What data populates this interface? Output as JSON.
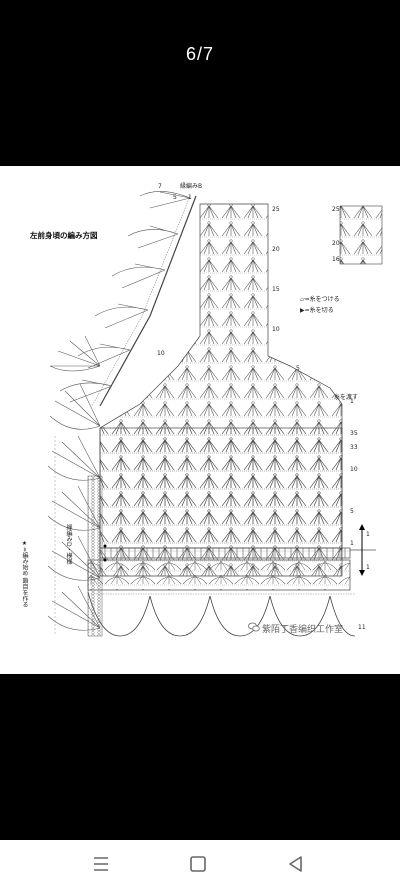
{
  "viewer": {
    "page_counter": "6/7"
  },
  "diagram": {
    "title": "左前身頃の編み方図",
    "label_edge_b": "縁編みB",
    "legend_attach": "=糸をつける",
    "legend_cut": "=糸を切る",
    "label_pass_yarn": "糸を渡す",
    "left_label_edge": "縁編みD・模様",
    "left_label_start": "★=編み始め 鎖目を作る",
    "row_numbers_right": [
      "25",
      "20",
      "15",
      "10",
      "5",
      "1",
      "35",
      "33",
      "10",
      "5",
      "1",
      "1",
      "1",
      "11"
    ],
    "row_numbers_inset": [
      "25",
      "20",
      "16"
    ],
    "row_top_marks": [
      "7",
      "5",
      "1"
    ],
    "row_10_mark": "10"
  },
  "watermark": {
    "text": "紫陌丁香编织工作室",
    "icon": "wechat-icon"
  },
  "navbar": {
    "menu_icon": "menu-icon",
    "home_icon": "home-square-icon",
    "back_icon": "back-triangle-icon"
  }
}
